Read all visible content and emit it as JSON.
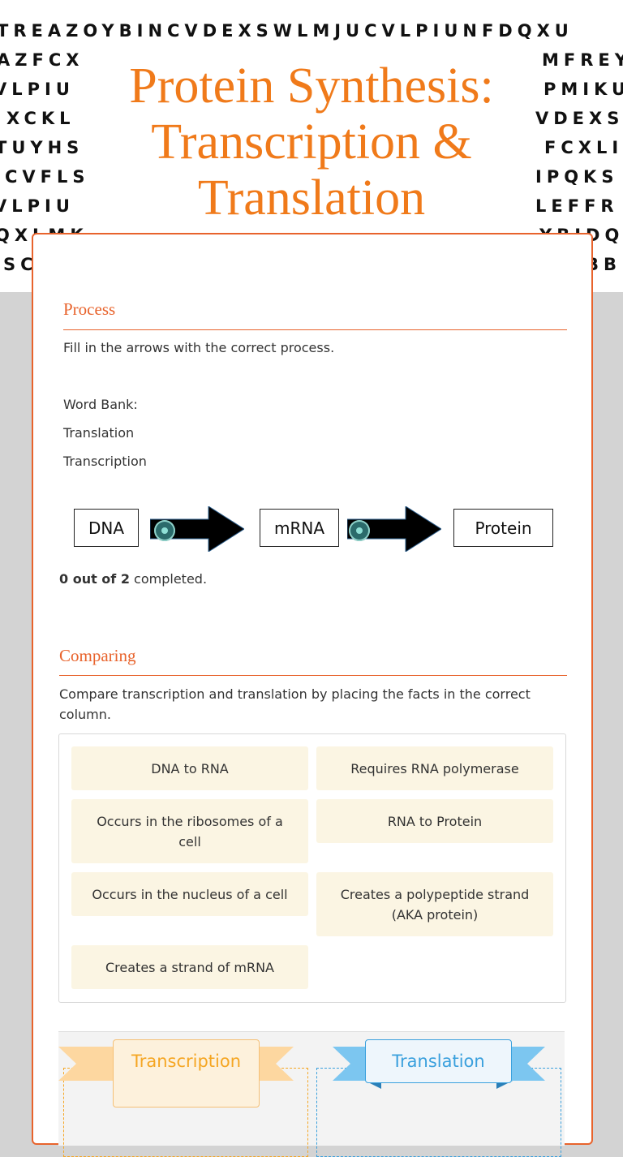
{
  "header": {
    "letter_rows": [
      {
        "left": "TREAZOYBINCVDEXSWLMJUCVLPIUNFDQXU",
        "right": ""
      },
      {
        "left": "AZFCX",
        "right": "MFREY"
      },
      {
        "left": "VLPIU",
        "right": "PMIKU"
      },
      {
        "left": "XCKL",
        "right": "VDEXS"
      },
      {
        "left": "TUYHS",
        "right": "FCXLI"
      },
      {
        "left": "CVFLS",
        "right": "IPQKS"
      },
      {
        "left": "VLPIU",
        "right": "LEFFR"
      },
      {
        "left": "QXLMK",
        "right": "YBJDQ"
      },
      {
        "left": "SC",
        "right": "BB"
      }
    ],
    "title_lines": [
      "Protein Synthesis:",
      "Transcription &",
      "Translation"
    ]
  },
  "process": {
    "title": "Process",
    "instruction": "Fill in the arrows with the correct process.",
    "word_bank_label": "Word Bank:",
    "word_bank": [
      "Translation",
      "Transcription"
    ],
    "boxes": [
      "DNA",
      "mRNA",
      "Protein"
    ],
    "progress_count": "0 out of 2",
    "progress_suffix": " completed."
  },
  "comparing": {
    "title": "Comparing",
    "instruction": "Compare transcription and translation by placing the facts in the correct column.",
    "facts": [
      "DNA to RNA",
      "Requires RNA polymerase",
      "Occurs in the ribosomes of a cell",
      "RNA to Protein",
      "Occurs in the nucleus of a cell",
      "Creates a polypeptide strand (AKA protein)",
      "Creates a strand of mRNA"
    ],
    "columns": [
      "Transcription",
      "Translation"
    ]
  },
  "colors": {
    "accent": "#e8632c",
    "title": "#f07a1a",
    "fact_bg": "#fbf5e3",
    "transcription": "#f5a623",
    "translation": "#3aa0dd"
  },
  "icons": [
    "drop-target-dot-icon"
  ]
}
